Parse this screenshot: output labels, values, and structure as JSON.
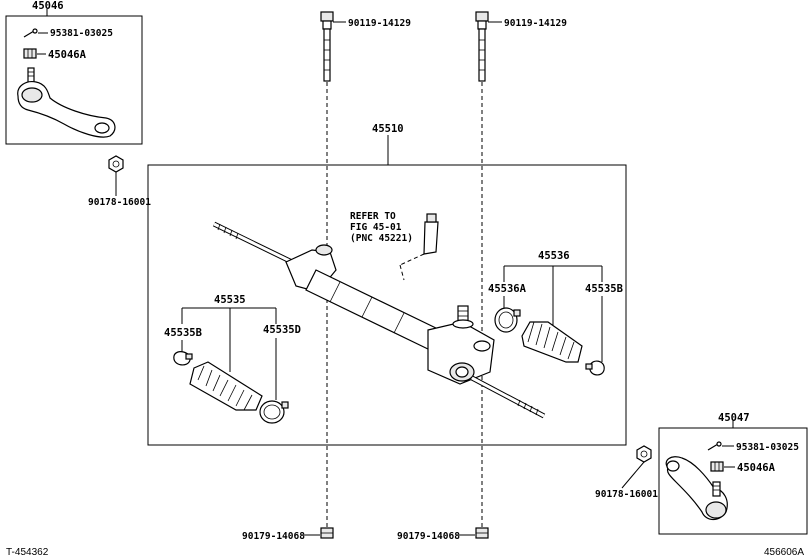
{
  "title_code": "T-454362",
  "figure_code": "456606A",
  "assemblies": {
    "main": "45510",
    "tie_rod_end_left": "45046",
    "tie_rod_end_right": "45047",
    "boot_kit_left": "45535",
    "boot_kit_right": "45536"
  },
  "parts": {
    "bolt_left": "90119-14129",
    "bolt_right": "90119-14129",
    "nut_bottom_left": "90179-14068",
    "nut_bottom_right": "90179-14068",
    "nut_left": "90178-16001",
    "nut_right": "90178-16001",
    "cotter_pin_left": "95381-03025",
    "cotter_pin_right": "95381-03025",
    "castle_nut_left": "45046A",
    "castle_nut_right": "45046A",
    "clamp_left_b": "45535B",
    "clamp_left_d": "45535D",
    "clamp_right_a": "45536A",
    "clamp_right_b": "45535B"
  },
  "reference": {
    "line1": "REFER TO",
    "line2": "FIG 45-01",
    "line3": "(PNC 45221)"
  }
}
